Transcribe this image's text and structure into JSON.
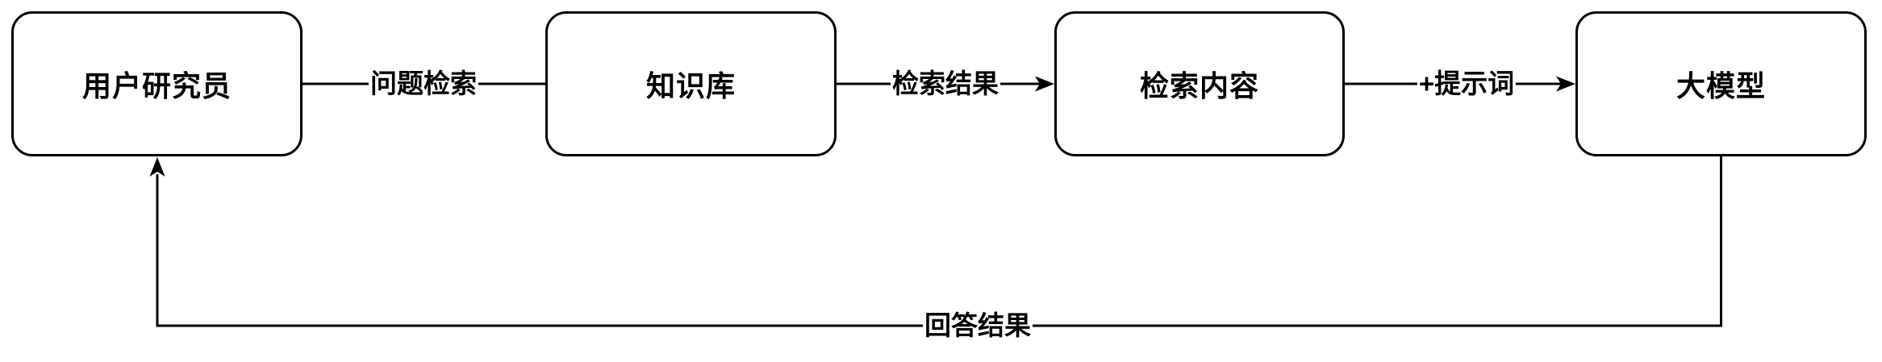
{
  "diagram": {
    "type": "flowchart",
    "colors": {
      "stroke": "#000000",
      "node_fill": "#ffffff",
      "text": "#000000",
      "background": "#ffffff"
    },
    "nodes": [
      {
        "id": "user-researcher",
        "label": "用户研究员",
        "shape": "rounded-rect"
      },
      {
        "id": "knowledge-base",
        "label": "知识库",
        "shape": "rounded-rect"
      },
      {
        "id": "retrieved-content",
        "label": "检索内容",
        "shape": "rounded-rect"
      },
      {
        "id": "large-model",
        "label": "大模型",
        "shape": "rounded-rect"
      }
    ],
    "edges": [
      {
        "from": "用户研究员",
        "to": "知识库",
        "label": "问题检索",
        "arrow": "none"
      },
      {
        "from": "知识库",
        "to": "检索内容",
        "label": "检索结果",
        "arrow": "end"
      },
      {
        "from": "检索内容",
        "to": "大模型",
        "label": "+提示词",
        "arrow": "end"
      },
      {
        "from": "大模型",
        "to": "用户研究员",
        "label": "回答结果",
        "arrow": "end",
        "route": "bottom-loop"
      }
    ]
  }
}
